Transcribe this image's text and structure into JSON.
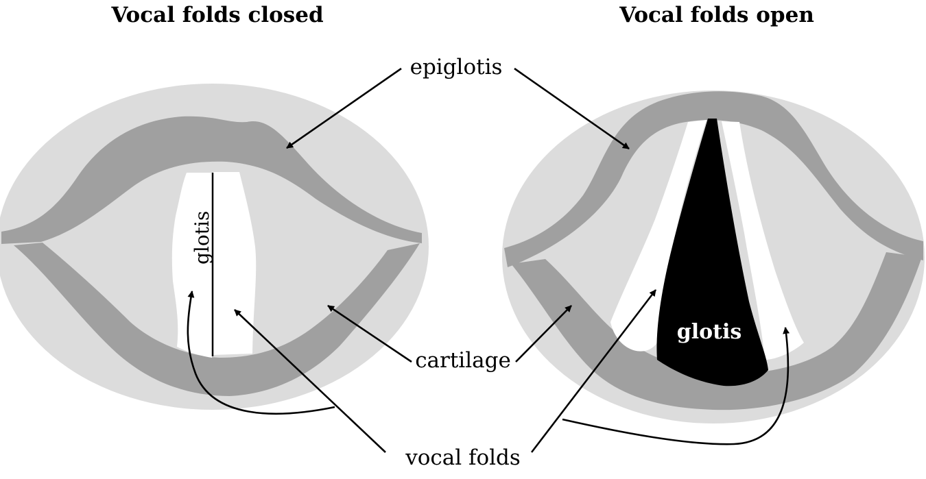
{
  "colors": {
    "outer": "#dcdcdc",
    "cartilage": "#a0a0a0",
    "fold": "#ffffff",
    "glottis_open": "#000000",
    "line": "#000000"
  },
  "left": {
    "title": "Vocal folds closed",
    "glottis_label": "glotis"
  },
  "right": {
    "title": "Vocal folds open",
    "glottis_label": "glotis"
  },
  "labels": {
    "epiglottis": "epiglotis",
    "cartilage": "cartilage",
    "vocal_folds": "vocal folds"
  }
}
